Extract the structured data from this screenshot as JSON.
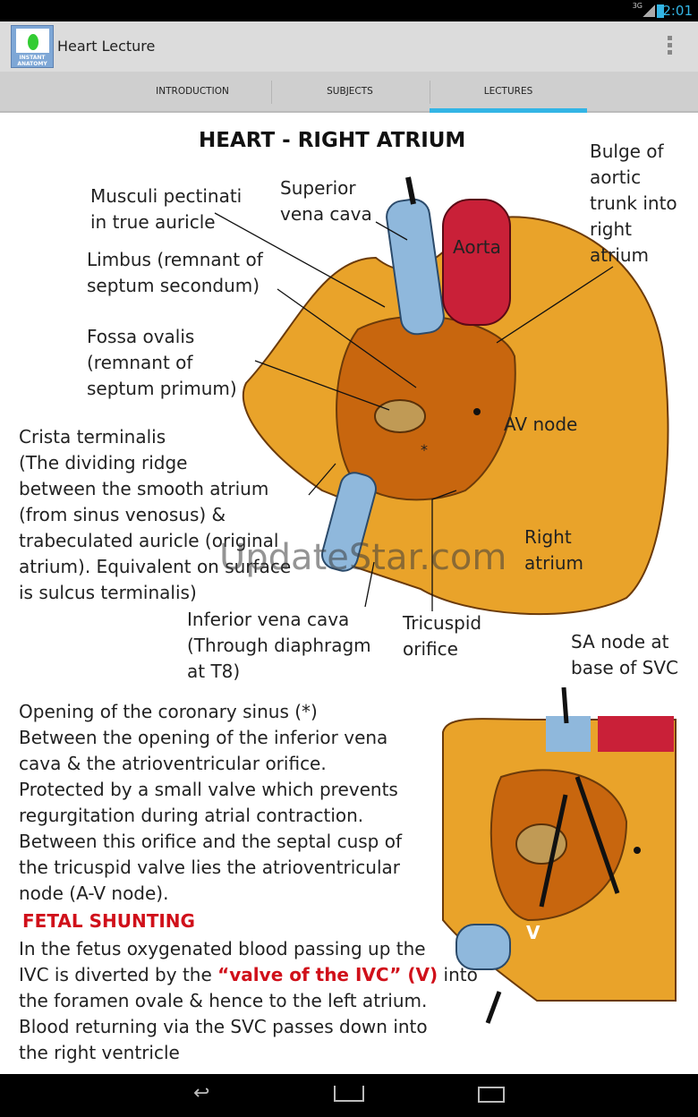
{
  "status_bar": {
    "network": "3G",
    "time": "2:01"
  },
  "action_bar": {
    "app_icon_text": "INSTANT ANATOMY",
    "title": "Heart Lecture"
  },
  "tabs": [
    {
      "label": "INTRODUCTION",
      "selected": false
    },
    {
      "label": "SUBJECTS",
      "selected": false
    },
    {
      "label": "LECTURES",
      "selected": true
    }
  ],
  "diagram": {
    "title": "HEART - RIGHT ATRIUM",
    "labels": {
      "musculi": "Musculi pectinati\nin true auricle",
      "svc": "Superior\nvena cava",
      "bulge": "Bulge of\naortic\ntrunk into\nright\natrium",
      "aorta": "Aorta",
      "limbus": "Limbus (remnant of\nseptum secondum)",
      "fossa": "Fossa ovalis\n(remnant of\nseptum primum)",
      "crista": "Crista terminalis\n(The dividing ridge\nbetween the smooth atrium\n(from sinus venosus) &\ntrabeculated auricle (original\natrium). Equivalent on surface\nis sulcus terminalis)",
      "av_node": "AV node",
      "right_atrium": "Right\natrium",
      "ivc": "Inferior vena cava\n(Through diaphragm\nat T8)",
      "tricuspid": "Tricuspid\norifice",
      "sa_node": "SA node at\nbase of SVC",
      "v": "V",
      "asterisk": "*"
    },
    "watermark": "UpdateStar.com"
  },
  "text": {
    "coronary": "Opening of the coronary sinus (*)\nBetween the opening of the inferior vena\ncava & the atrioventricular orifice.\nProtected by a small valve which prevents\nregurgitation during atrial contraction.\nBetween this orifice and the septal cusp of\nthe tricuspid valve lies the atrioventricular\nnode (A-V node).",
    "fetal_heading": "FETAL SHUNTING",
    "fetal_1": "In the fetus oxygenated blood passing up the\nIVC is diverted by the ",
    "fetal_red": "“valve of the IVC” (V)",
    "fetal_2": " into\nthe foramen ovale & hence to the left atrium.\nBlood returning via the SVC passes down into\nthe right ventricle"
  },
  "nav": {
    "back": "back-icon",
    "home": "home-icon",
    "recents": "recents-icon"
  }
}
